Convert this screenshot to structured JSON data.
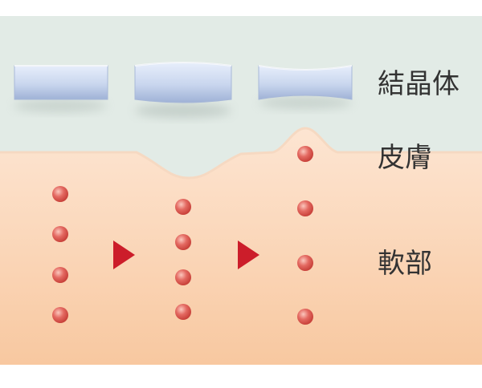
{
  "labels": {
    "crystal": "結晶体",
    "skin": "皮膚",
    "soft_tissue": "軟部"
  },
  "colors": {
    "upper_band": "#e2ebe6",
    "tissue_top": "#fde5d2",
    "tissue_bottom": "#f8c8a0",
    "crystal_fill": "#c9d6ee",
    "particle": "#e46a62",
    "arrow": "#cc1d2a"
  },
  "stages": [
    {
      "crystal": "flat",
      "skin": "flat",
      "particles": "evenly-spaced"
    },
    {
      "crystal": "convex",
      "skin": "depressed",
      "particles": "compressed"
    },
    {
      "crystal": "concave",
      "skin": "raised",
      "particles": "expanded"
    }
  ],
  "icons": [
    "arrow-right-icon",
    "arrow-right-icon"
  ]
}
